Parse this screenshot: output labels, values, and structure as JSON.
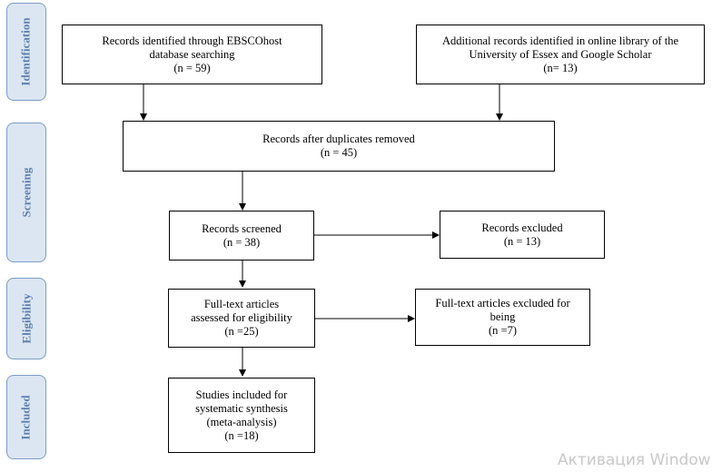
{
  "phases": {
    "identification": "Identification",
    "screening": "Screening",
    "eligibility": "Eligibility",
    "included": "Included"
  },
  "boxes": {
    "ebsco": {
      "line1": "Records identified through EBSCOhost",
      "line2": "database searching",
      "line3": "(n = 59)"
    },
    "additional": {
      "line1": "Additional records identified in online library of the",
      "line2": "University of Essex and Google Scholar",
      "line3": "(n= 13)"
    },
    "duplicates": {
      "line1": "Records after duplicates removed",
      "line2": "(n = 45)"
    },
    "screened": {
      "line1": "Records screened",
      "line2": "(n = 38)"
    },
    "excluded": {
      "line1": "Records excluded",
      "line2": "(n = 13)"
    },
    "fulltext": {
      "line1": "Full-text articles",
      "line2": "assessed  for eligibility",
      "line3": "(n =25)"
    },
    "fulltext_excluded": {
      "line1": "Full-text articles excluded for",
      "line2": "being",
      "line3": "(n =7)"
    },
    "included": {
      "line1": "Studies included for",
      "line2": "systematic synthesis",
      "line3": "(meta-analysis)",
      "line4": "(n =18)"
    }
  },
  "watermark": "Активация Window"
}
